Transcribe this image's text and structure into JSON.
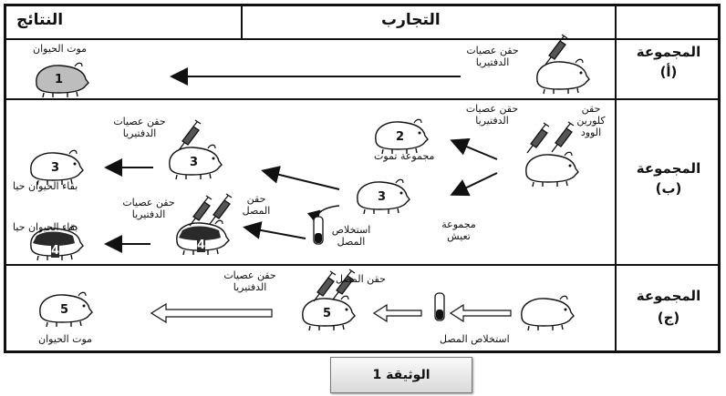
{
  "header": {
    "results": "النتائج",
    "experiments": "التجارب"
  },
  "groups": {
    "a": {
      "title": "المجموعة",
      "letter": "(أ)"
    },
    "b": {
      "title": "المجموعة",
      "letter": "(ب)"
    },
    "c": {
      "title": "المجموعة",
      "letter": "(ج)"
    }
  },
  "labels": {
    "a_inject": "حقن عصيات الدفتيريا",
    "a_result": "موت الحيوان",
    "b_inject_serum_toxin": "حقن كلورين الوود",
    "b_inject_bacteria_top": "حقن عصيات الدفتيريا",
    "b_death_group": "مجموعة تموت",
    "b_survive_group": "مجموعة تعيش",
    "b_extract_serum": "استخلاص المصل",
    "b_inject_bacteria_mid": "حقن عصيات الدفتيريا",
    "b_survive_1": "بقاء الحيوان حيا",
    "b_inject_serum": "حقن المصل",
    "b_inject_bacteria_low": "حقن عصيات الدفتيريا",
    "b_survive_2": "بقاء الحيوان حيا",
    "c_extract_serum": "استخلاص المصل",
    "c_inject_serum": "حقن المصل",
    "c_inject_bacteria": "حقن عصيات الدفتيريا",
    "c_result": "موت الحيوان"
  },
  "animal_numbers": {
    "a1": "1",
    "b2": "2",
    "b3a": "3",
    "b3b": "3",
    "b3c": "3",
    "b4a": "4",
    "b4b": "4",
    "c5a": "5",
    "c5b": "5"
  },
  "caption": "الوثيقة 1"
}
